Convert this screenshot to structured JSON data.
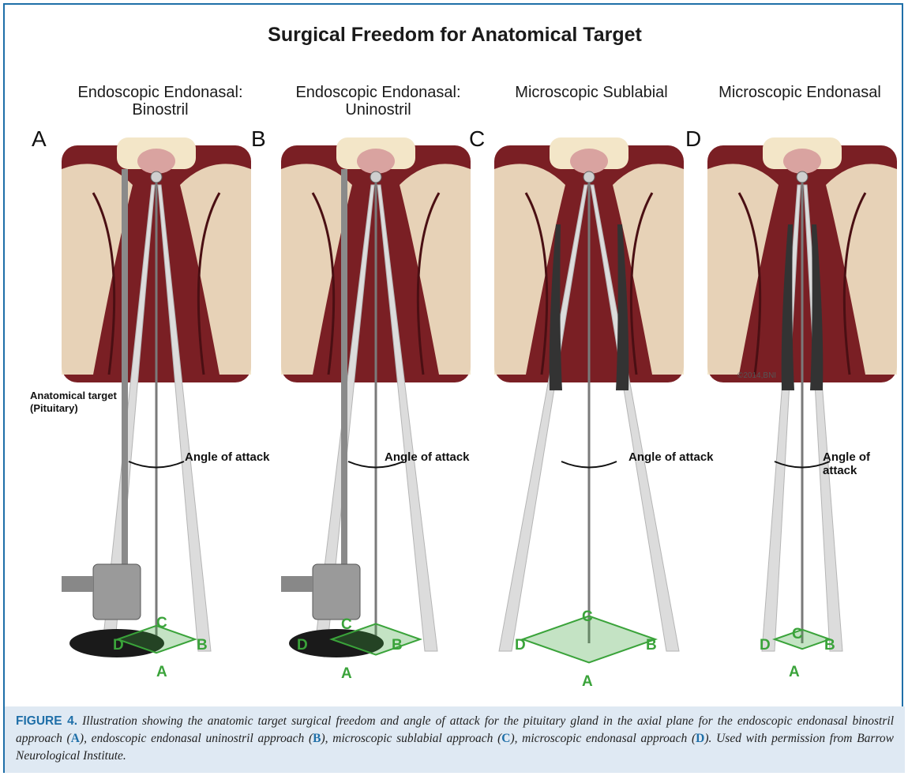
{
  "figure": {
    "title": "Surgical Freedom for Anatomical Target",
    "panels": [
      {
        "letter": "A",
        "title_line1": "Endoscopic Endonasal:",
        "title_line2": "Binostril",
        "angle_label": "Angle of attack",
        "instrument": "endoscope",
        "width": 0.5
      },
      {
        "letter": "B",
        "title_line1": "Endoscopic Endonasal:",
        "title_line2": "Uninostril",
        "angle_label": "Angle of attack",
        "instrument": "endoscope",
        "width": 0.6
      },
      {
        "letter": "C",
        "title_line1": "Microscopic Sublabial",
        "title_line2": "",
        "angle_label": "Angle of attack",
        "instrument": "speculum-wide",
        "width": 1.0
      },
      {
        "letter": "D",
        "title_line1": "Microscopic Endonasal",
        "title_line2": "",
        "angle_label": "Angle of attack",
        "instrument": "speculum-narrow",
        "width": 0.3
      }
    ],
    "target_label_line1": "Anatomical target",
    "target_label_line2": "(Pituitary)",
    "copyright": "©2014,BNI",
    "corners": {
      "a": "A",
      "b": "B",
      "c": "C",
      "d": "D"
    }
  },
  "colors": {
    "border": "#1f6fa8",
    "caption_bg": "#dfe9f3",
    "freedom_green": "#3aa33a",
    "tissue": "#7a1f24",
    "bone": "#f3e6c8"
  },
  "caption": {
    "label": "FIGURE 4.",
    "text1": " Illustration showing the anatomic target surgical freedom and angle of attack for the pituitary gland in the axial plane for the endoscopic endonasal binostril approach (",
    "refA": "A",
    "text2": "), endoscopic endonasal uninostril approach (",
    "refB": "B",
    "text3": "), microscopic sublabial approach (",
    "refC": "C",
    "text4": "), microscopic endonasal approach (",
    "refD": "D",
    "text5": "). Used with permission from Barrow Neurological Institute."
  }
}
